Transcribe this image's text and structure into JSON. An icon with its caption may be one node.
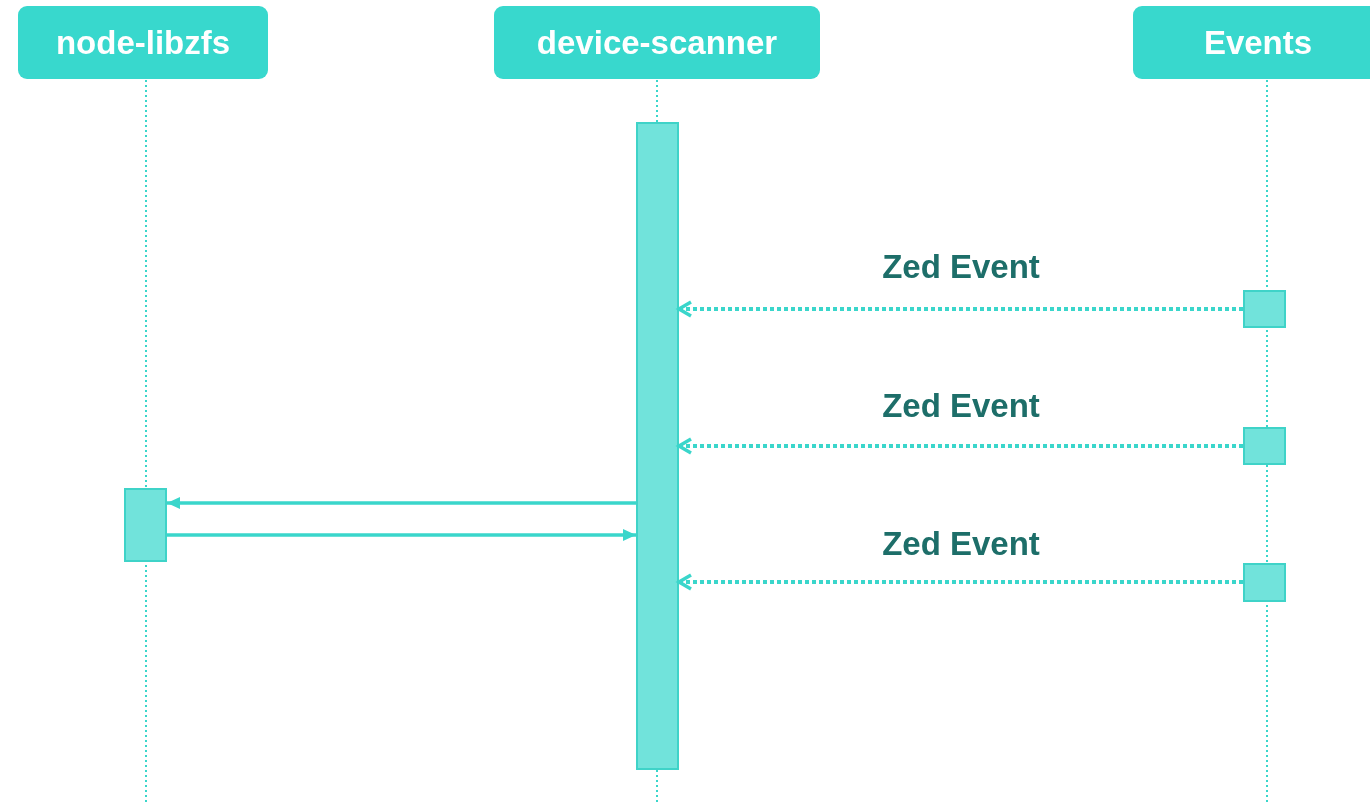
{
  "diagram": {
    "nodes": [
      {
        "text": [
          "node-libzfs"
        ]
      },
      {
        "text": [
          "device-scanner"
        ]
      },
      {
        "text": [
          "Events"
        ]
      },
      {
        "text": [],
        "shape": "bar"
      },
      {
        "text": [],
        "shape": "bar"
      },
      {
        "text": [],
        "shape": "bar"
      },
      {
        "text": [],
        "shape": "bar"
      },
      {
        "text": [],
        "shape": "bar"
      }
    ],
    "edges": [
      {
        "from": 5,
        "to": 4,
        "arrow": "to",
        "label": "Zed Event",
        "style": "dashed"
      },
      {
        "from": 6,
        "to": 4,
        "arrow": "to",
        "label": "Zed Event",
        "style": "dashed"
      },
      {
        "from": 4,
        "to": 3,
        "arrow": "to"
      },
      {
        "from": 3,
        "to": 4,
        "arrow": "to"
      },
      {
        "from": 7,
        "to": 4,
        "arrow": "to",
        "label": "Zed Event",
        "style": "dashed"
      }
    ]
  }
}
